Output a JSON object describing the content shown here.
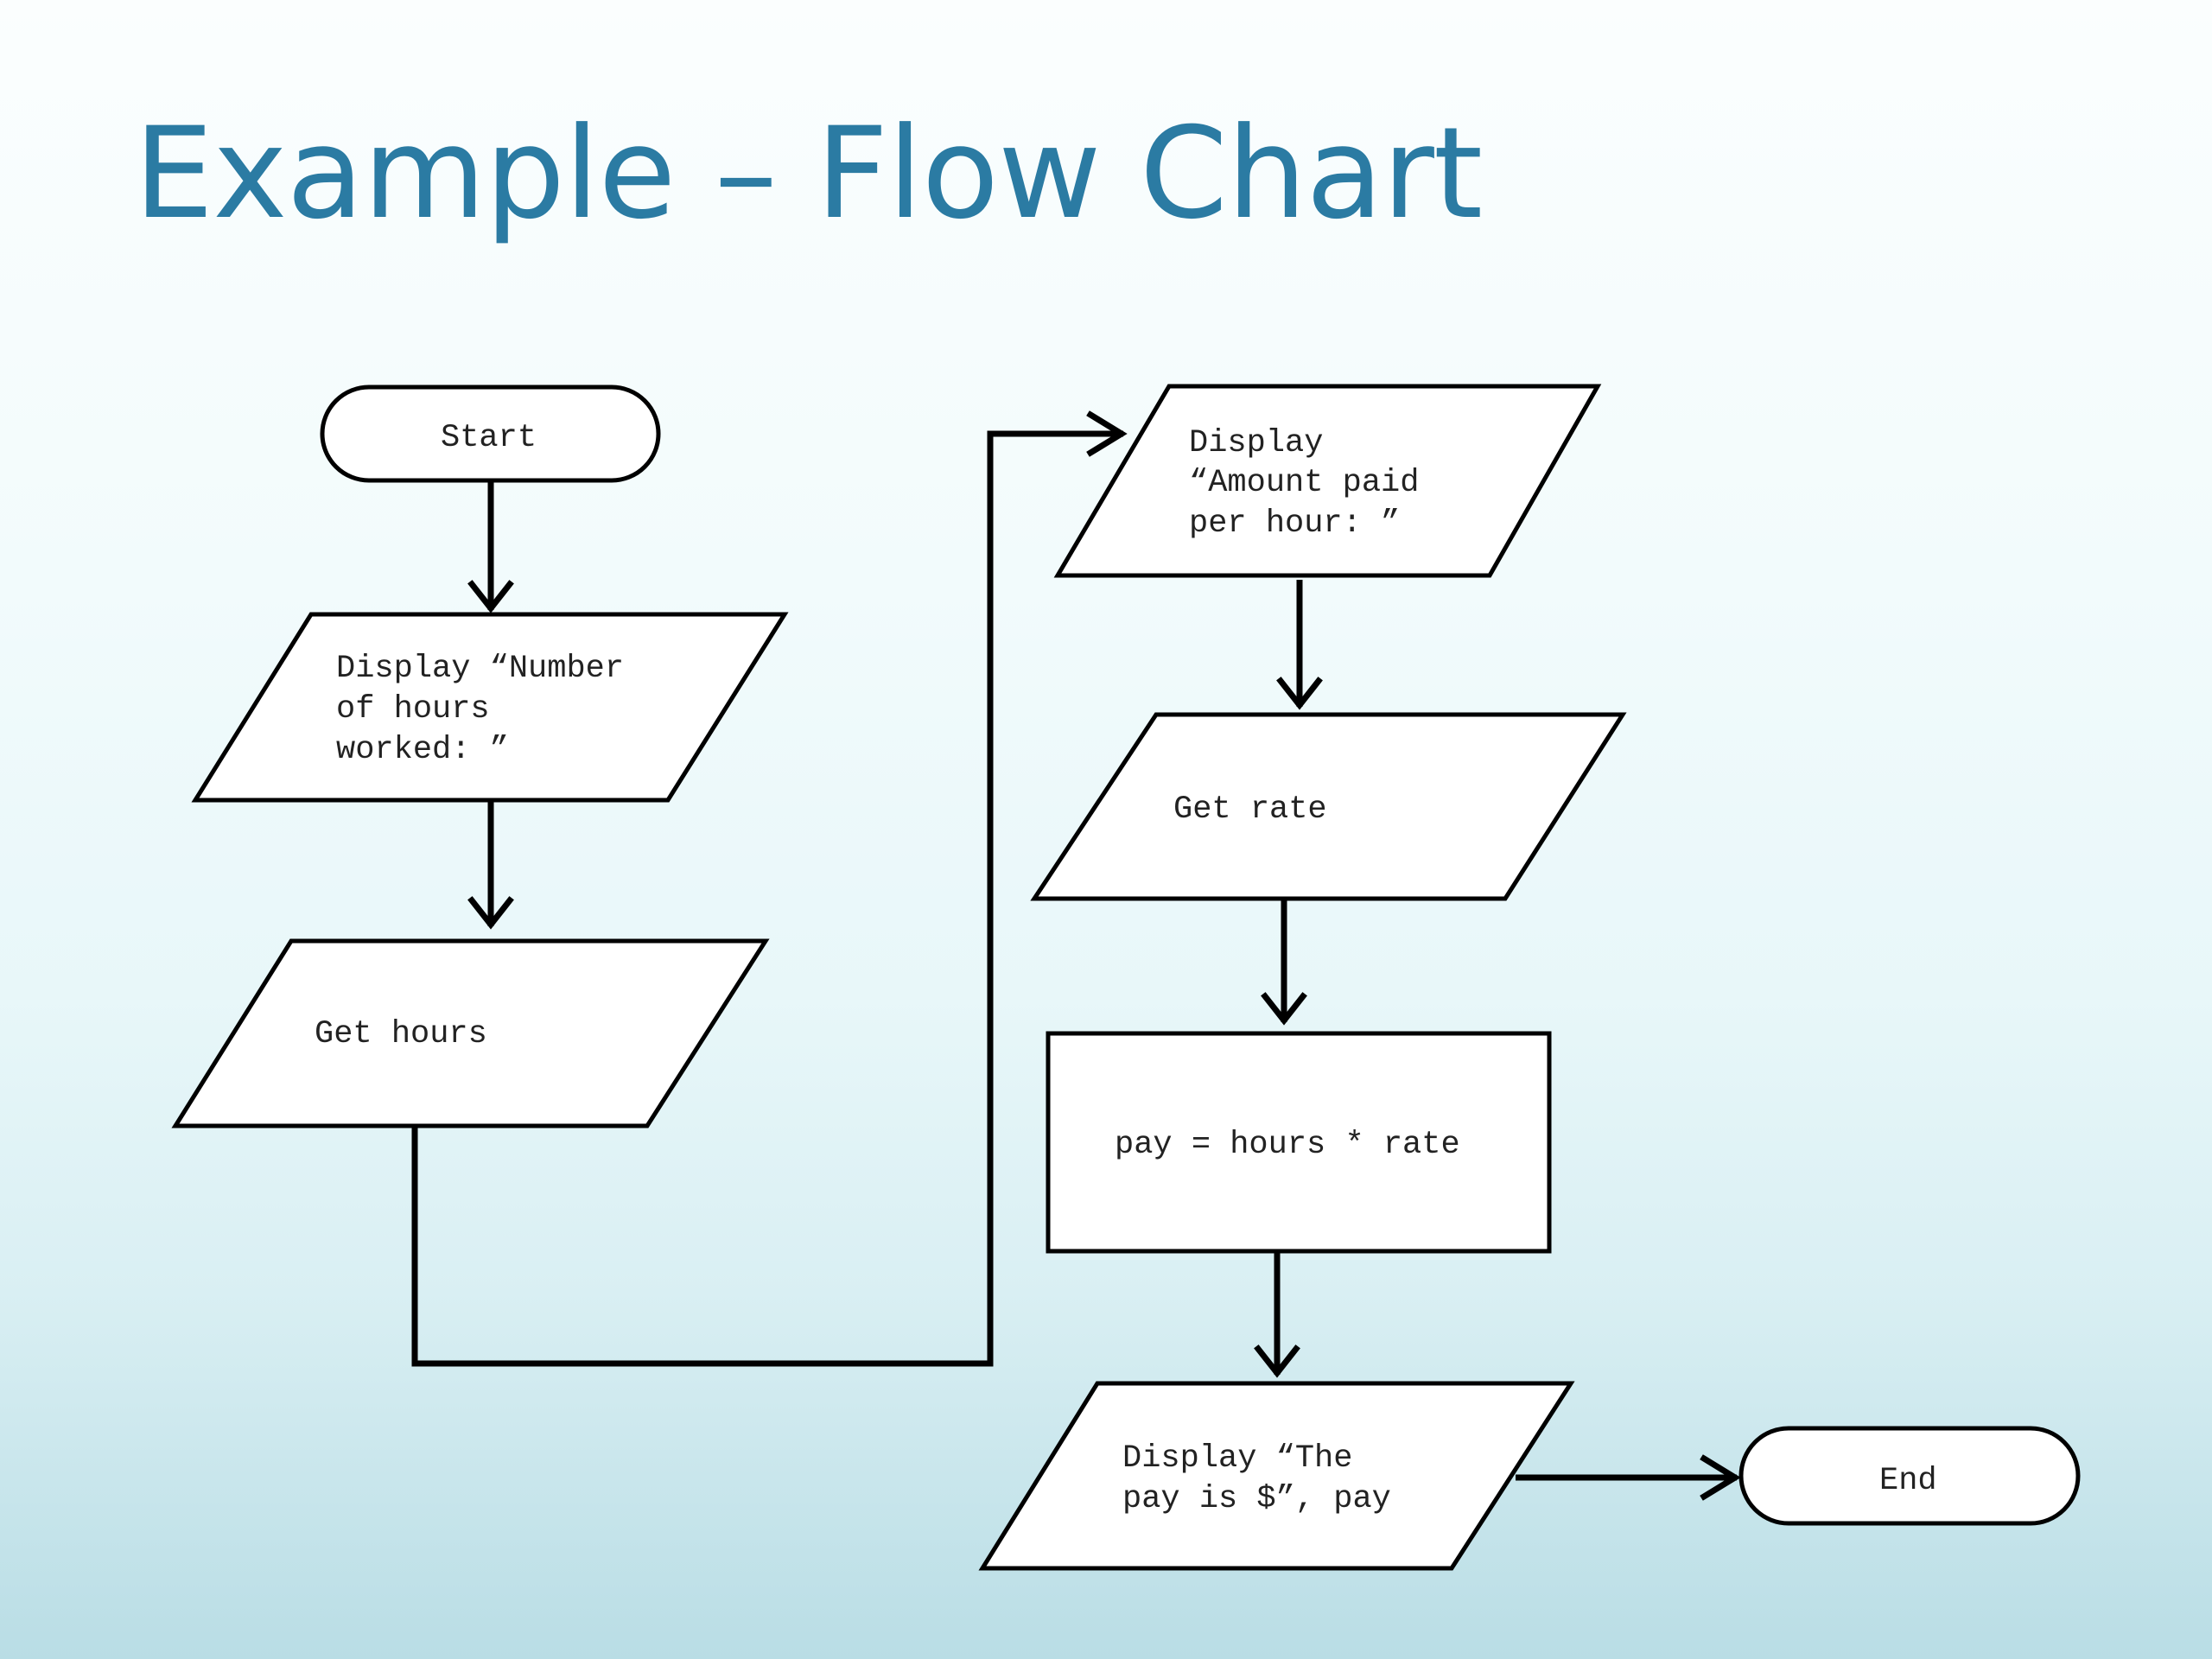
{
  "slide": {
    "title": "Example – Flow Chart"
  },
  "colors": {
    "title": "#2b7ba3",
    "stroke": "#000000",
    "node_fill": "#ffffff",
    "text": "#222222"
  },
  "flowchart": {
    "nodes": {
      "start": {
        "shape": "terminal",
        "lines": [
          "Start"
        ]
      },
      "display_hours_prompt": {
        "shape": "input-output",
        "lines": [
          "Display “Number",
          "of hours",
          "worked: ”"
        ]
      },
      "get_hours": {
        "shape": "input-output",
        "lines": [
          "Get hours"
        ]
      },
      "display_rate_prompt": {
        "shape": "input-output",
        "lines": [
          "Display",
          "“Amount paid",
          "per hour: ”"
        ]
      },
      "get_rate": {
        "shape": "input-output",
        "lines": [
          "Get rate"
        ]
      },
      "compute_pay": {
        "shape": "process",
        "lines": [
          "pay = hours * rate"
        ]
      },
      "display_pay": {
        "shape": "input-output",
        "lines": [
          "Display “The",
          "pay is  $”, pay"
        ]
      },
      "end": {
        "shape": "terminal",
        "lines": [
          "End"
        ]
      }
    },
    "edges": [
      {
        "from": "start",
        "to": "display_hours_prompt"
      },
      {
        "from": "display_hours_prompt",
        "to": "get_hours"
      },
      {
        "from": "get_hours",
        "to": "display_rate_prompt"
      },
      {
        "from": "display_rate_prompt",
        "to": "get_rate"
      },
      {
        "from": "get_rate",
        "to": "compute_pay"
      },
      {
        "from": "compute_pay",
        "to": "display_pay"
      },
      {
        "from": "display_pay",
        "to": "end"
      }
    ]
  }
}
